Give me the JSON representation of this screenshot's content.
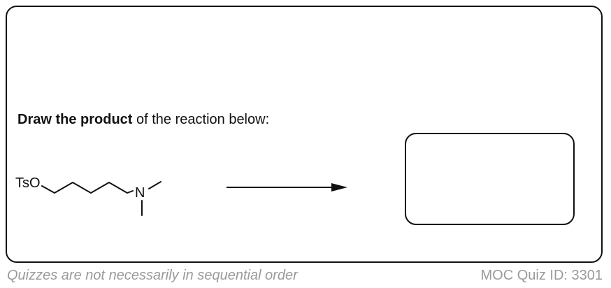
{
  "question": {
    "prompt_bold": "Draw the product",
    "prompt_rest": " of the reaction below:"
  },
  "molecule": {
    "leaving_group_label": "TsO",
    "nitrogen_label": "N"
  },
  "footer": {
    "note": "Quizzes are not necessarily in sequential order",
    "quiz_id": "MOC Quiz ID: 3301"
  },
  "colors": {
    "line": "#111111",
    "footer_text": "#9a9a9a"
  }
}
